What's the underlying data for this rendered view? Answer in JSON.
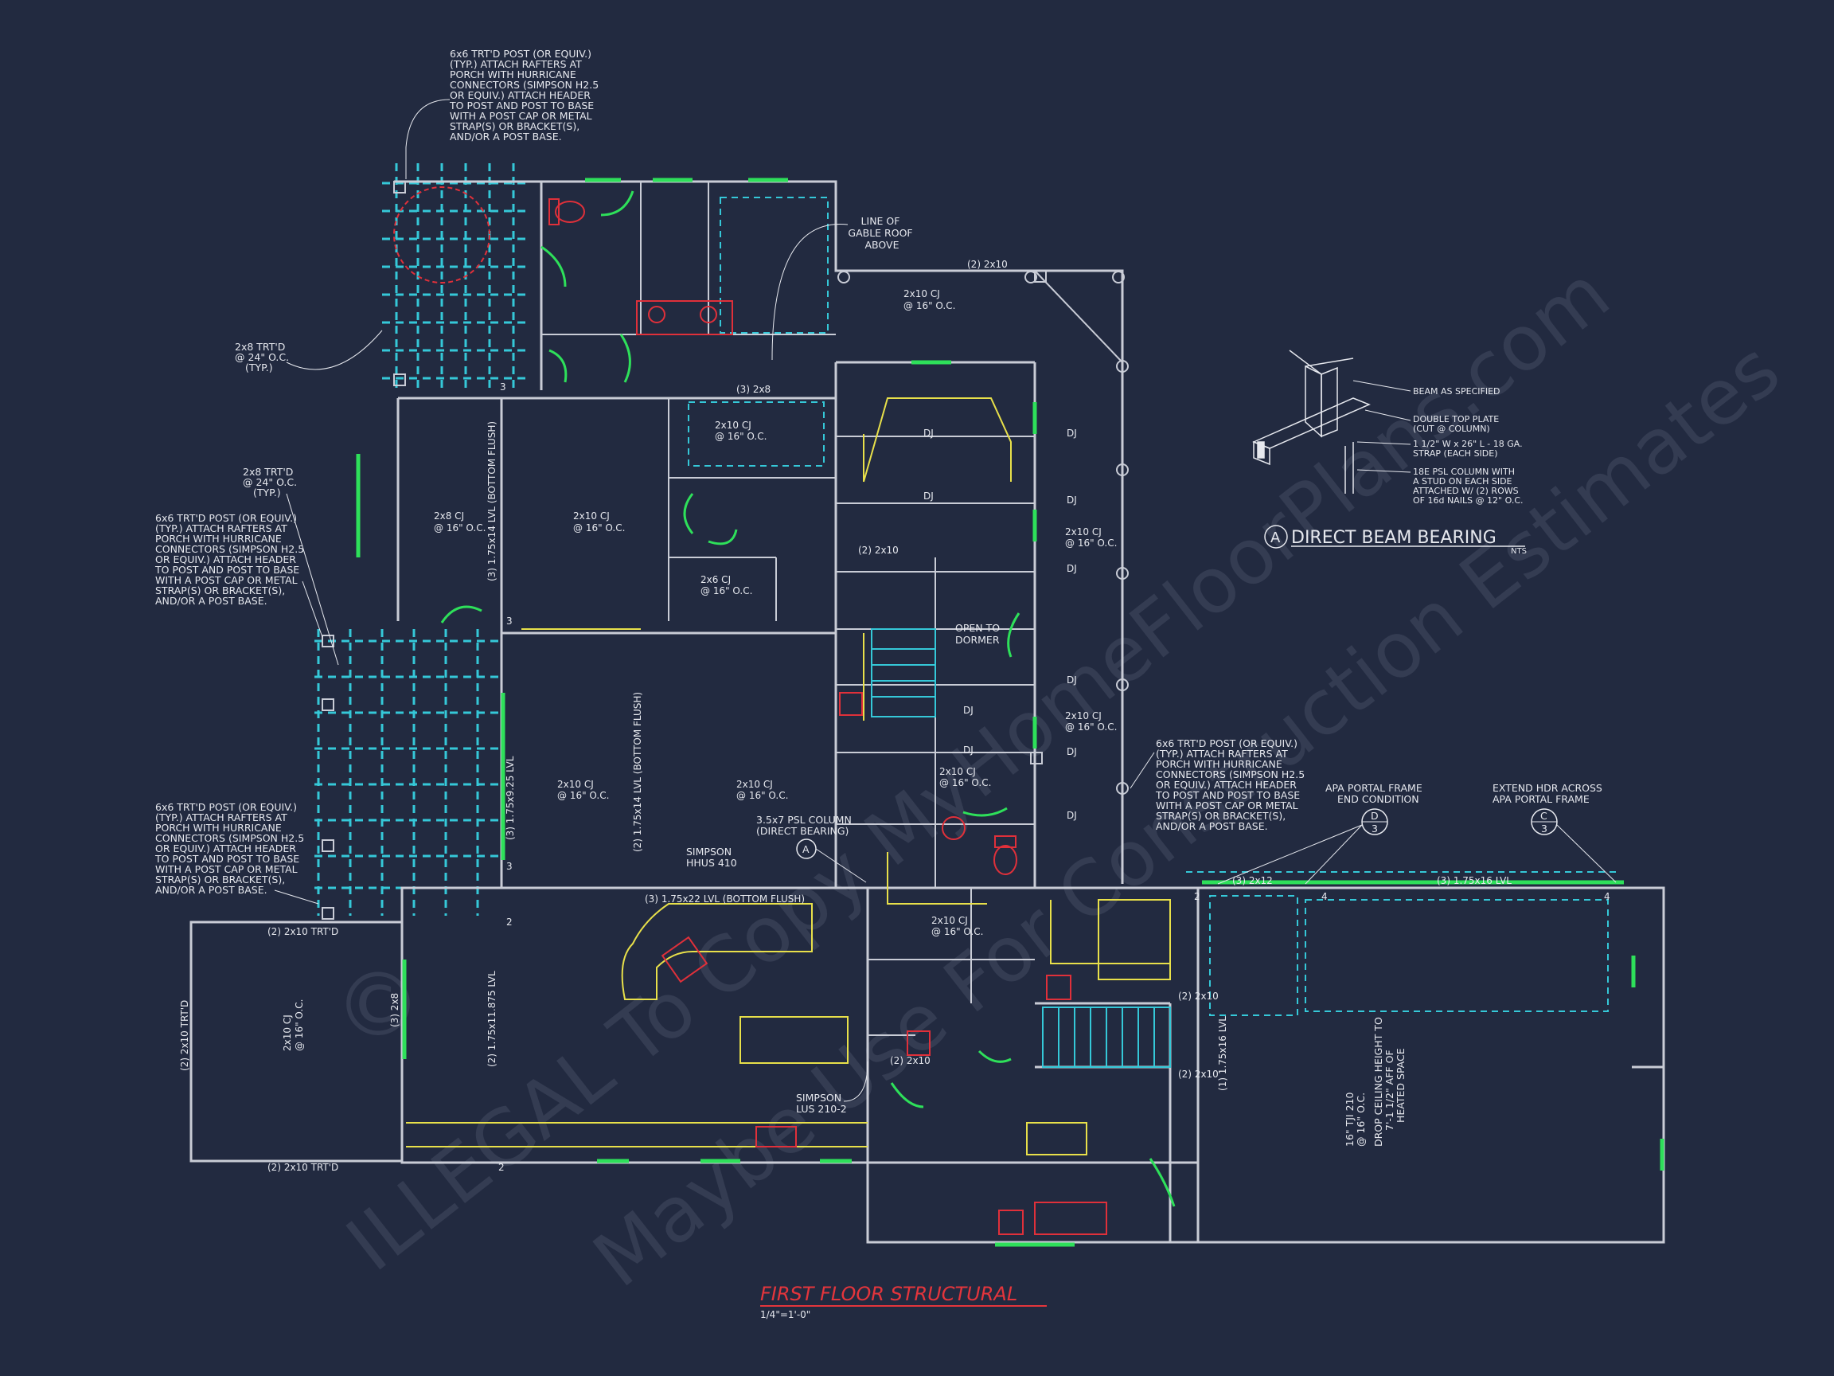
{
  "colors": {
    "background": "#222a40",
    "wall": "#c9ccd6",
    "joist": "#35c8d8",
    "beam_yellow": "#e8e04a",
    "window_green": "#2ee05a",
    "fixture_red": "#e0303a",
    "label": "#e6e8ee",
    "title_red": "#e4353c",
    "watermark": "#3a4258"
  },
  "title": {
    "text": "FIRST FLOOR STRUCTURAL",
    "scale": "1/4\"=1'-0\""
  },
  "watermark": {
    "line1": "ILLEGAL To Copy MyHomeFloorPlans.com",
    "line2": "Maybe Use For Construction Estimates",
    "copyright": "©"
  },
  "notes": {
    "post_top": [
      "6x6 TRT'D POST (OR EQUIV.)",
      "(TYP.) ATTACH RAFTERS AT",
      "PORCH WITH HURRICANE",
      "CONNECTORS (SIMPSON H2.5",
      "OR EQUIV.) ATTACH HEADER",
      "TO POST AND POST TO BASE",
      "WITH A POST CAP OR METAL",
      "STRAP(S) OR BRACKET(S),",
      "AND/OR A POST BASE."
    ],
    "post_mid": [
      "6x6 TRT'D POST (OR EQUIV.)",
      "(TYP.) ATTACH RAFTERS AT",
      "PORCH WITH HURRICANE",
      "CONNECTORS (SIMPSON H2.5",
      "OR EQUIV.) ATTACH HEADER",
      "TO POST AND POST TO BASE",
      "WITH A POST CAP OR METAL",
      "STRAP(S) OR BRACKET(S),",
      "AND/OR A POST BASE."
    ],
    "post_low": [
      "6x6 TRT'D POST (OR EQUIV.)",
      "(TYP.) ATTACH RAFTERS AT",
      "PORCH WITH HURRICANE",
      "CONNECTORS (SIMPSON H2.5",
      "OR EQUIV.) ATTACH HEADER",
      "TO POST AND POST TO BASE",
      "WITH A POST CAP OR METAL",
      "STRAP(S) OR BRACKET(S),",
      "AND/OR A POST BASE."
    ],
    "post_right": [
      "6x6 TRT'D POST (OR EQUIV.)",
      "(TYP.) ATTACH RAFTERS AT",
      "PORCH WITH HURRICANE",
      "CONNECTORS (SIMPSON H2.5",
      "OR EQUIV.) ATTACH HEADER",
      "TO POST AND POST TO BASE",
      "WITH A POST CAP OR METAL",
      "STRAP(S) OR BRACKET(S),",
      "AND/OR A POST BASE."
    ],
    "rafter_1": [
      "2x8 TRT'D",
      "@ 24\" O.C.",
      "(TYP.)"
    ],
    "rafter_2": [
      "2x8 TRT'D",
      "@ 24\" O.C.",
      "(TYP.)"
    ],
    "gable": [
      "LINE OF",
      "GABLE ROOF",
      "ABOVE"
    ],
    "open_dormer": [
      "OPEN TO",
      "DORMER"
    ],
    "psl_column": [
      "3.5x7 PSL COLUMN",
      "(DIRECT BEARING)"
    ],
    "hhus": [
      "SIMPSON",
      "HHUS 410"
    ],
    "lus": [
      "SIMPSON",
      "LUS 210-2"
    ],
    "portal_end": [
      "APA PORTAL FRAME",
      "END CONDITION"
    ],
    "extend_hdr": [
      "EXTEND HDR ACROSS",
      "APA PORTAL FRAME"
    ],
    "drop_ceiling": [
      "16\" TJI 210",
      "@ 16\" O.C.",
      "DROP CEILING HEIGHT TO",
      "7'-1 1/2\" AFF OF",
      "HEATED SPACE"
    ]
  },
  "detail": {
    "title": "DIRECT BEAM BEARING",
    "tag": "A",
    "nts": "NTS",
    "callouts": {
      "beam": [
        "BEAM AS SPECIFIED"
      ],
      "plate": [
        "DOUBLE TOP PLATE",
        "(CUT @ COLUMN)"
      ],
      "strap": [
        "1 1/2\" W x 26\" L - 18 GA.",
        "STRAP (EACH SIDE)"
      ],
      "column": [
        "18E PSL COLUMN WITH",
        "A STUD ON EACH SIDE",
        "ATTACHED W/ (2) ROWS",
        "OF 16d NAILS @ 12\" O.C."
      ]
    }
  },
  "markers": {
    "d_top": "D",
    "d_bottom": "3",
    "c_top": "C",
    "c_bottom": "3",
    "a_tag": "A"
  },
  "labels": {
    "cj_2x10_16": [
      "2x10 CJ",
      "@ 16\" O.C."
    ],
    "cj_2x8_16": [
      "2x8 CJ",
      "@ 16\" O.C."
    ],
    "cj_2x6_16": [
      "2x6 CJ",
      "@ 16\" O.C."
    ],
    "lvl_1_75x22": "(3) 1.75x22 LVL (BOTTOM FLUSH)",
    "lvl_1_75x16": "(3) 1.75x16 LVL",
    "lvl_1_75x14_v": "(3) 1.75x14 LVL (BOTTOM FLUSH)",
    "lvl_1_75x14_v2": "(2) 1.75x14 LVL (BOTTOM FLUSH)",
    "lvl_1_75x11": "(2) 1.75x11.875 LVL",
    "lvl_1_75x9": "(3) 1.75x9.25 LVL",
    "lvl_1_75x16_s": "(1) 1.75x16 LVL",
    "h_2x10": "(2) 2x10",
    "h_2x8": "(3) 2x8",
    "h_2x12": "(3) 2x12",
    "h_2x10_trtd": "(2) 2x10 TRT'D",
    "dj": "DJ",
    "cj_2x10": "2x10 CJ",
    "cj_oc": "@ 16\" O.C.",
    "num_3": "3",
    "num_2": "2",
    "num_4": "4"
  }
}
